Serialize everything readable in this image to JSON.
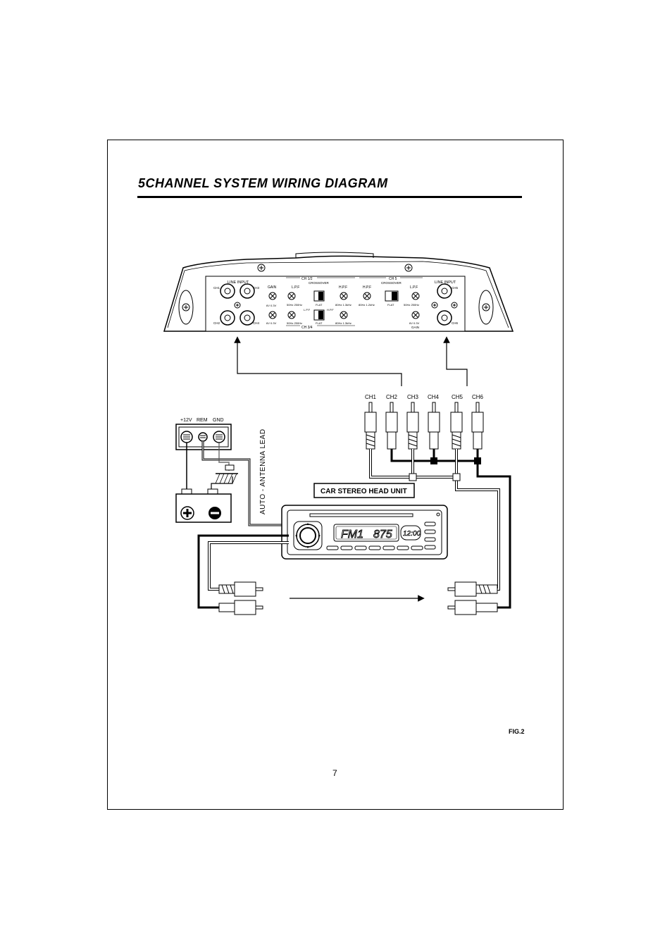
{
  "title": "5CHANNEL SYSTEM WIRING DIAGRAM",
  "figure_label": "FIG.2",
  "page_number": "7",
  "amplifier": {
    "line_input_left": "LINE INPUT",
    "line_input_right": "LINE INPUT",
    "ch1": "CH1",
    "ch2": "CH2",
    "ch3": "CH3",
    "ch4": "CH4",
    "ch5": "CH5",
    "ch6": "CH6",
    "gain_left": "GAIN",
    "gain_right": "GAIN",
    "ch12": "CH 1/2",
    "ch34": "CH 3/4",
    "ch5_section": "CH 5",
    "crossover_left": "CROSSOVER",
    "crossover_right": "CROSSOVER",
    "lpf": "L.P.F",
    "hpf": "H.P.F",
    "lpf_2": "L.P.F",
    "hpf_2": "H.P.F",
    "lpf_right": "L.P.F",
    "hpf_right": "H.P.F",
    "flat": "FLAT",
    "flat_2": "FLAT",
    "flat_right": "FLAT",
    "v_range_1": "6V   0.3V",
    "v_range_2": "6V   0.3V",
    "v_range_right": "6V   0.3V",
    "lpf_range_1": "50Hz  250Hz",
    "lpf_range_2": "50Hz  250Hz",
    "lpf_range_right": "50Hz   250Hz",
    "hpf_range_1": "80Hz  1.3kHz",
    "hpf_range_2": "80Hz  1.3kHz",
    "hpf_range_right": "80Hz    1.2kHz"
  },
  "rca_labels": [
    "CH1",
    "CH2",
    "CH3",
    "CH4",
    "CH5",
    "CH6"
  ],
  "power": {
    "plus12v": "+12V",
    "rem": "REM",
    "gnd": "GND"
  },
  "antenna_label": "AUTO - ANTENNA LEAD",
  "head_unit_label": "CAR STEREO HEAD UNIT",
  "display": {
    "band": "FM1",
    "frequency": "875",
    "clock": "12:00"
  }
}
